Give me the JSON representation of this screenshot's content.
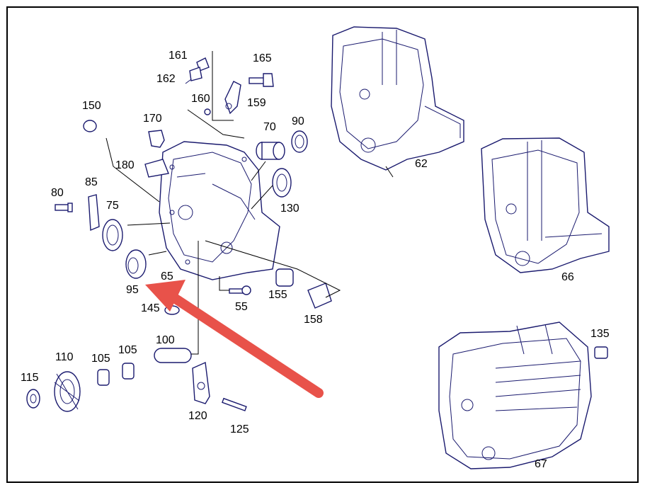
{
  "diagram": {
    "arrow_color": "#e8524a",
    "line_color": "#1a1a6e",
    "labels": {
      "p161": "161",
      "p165": "165",
      "p162": "162",
      "p160": "160",
      "p159": "159",
      "p150": "150",
      "p170": "170",
      "p70": "70",
      "p90": "90",
      "p180": "180",
      "p85": "85",
      "p80": "80",
      "p75": "75",
      "p130": "130",
      "p65": "65",
      "p95": "95",
      "p145": "145",
      "p55": "55",
      "p155": "155",
      "p158": "158",
      "p62": "62",
      "p66": "66",
      "p135": "135",
      "p110": "110",
      "p105a": "105",
      "p105b": "105",
      "p100": "100",
      "p115": "115",
      "p120": "120",
      "p125": "125",
      "p67": "67"
    }
  }
}
